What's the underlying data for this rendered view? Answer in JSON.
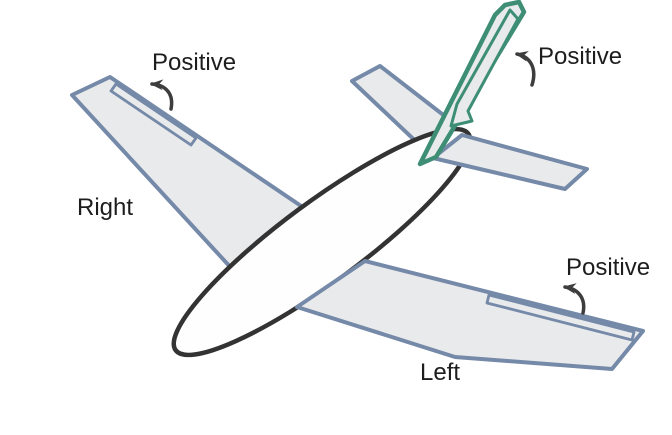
{
  "diagram": {
    "description": "Top view of an aircraft showing positive deflection sign convention for ailerons and rudder",
    "labels": {
      "right_wing_positive": "Positive",
      "rudder_positive": "Positive",
      "left_wing_positive": "Positive",
      "right_wing": "Right",
      "left_wing": "Left"
    },
    "parts": [
      "right-wing",
      "right-aileron",
      "left-wing",
      "left-aileron",
      "fuselage",
      "horizontal-stabilizer-left",
      "horizontal-stabilizer-right",
      "vertical-fin",
      "rudder"
    ],
    "colors": {
      "surface_outline": "#7589a8",
      "surface_fill": "#e9eaec",
      "rudder_outline": "#3e8e76",
      "fuselage_outline": "#333333",
      "arrow": "#3d3d3d",
      "text": "#1d1d1d",
      "background": "#ffffff"
    }
  }
}
